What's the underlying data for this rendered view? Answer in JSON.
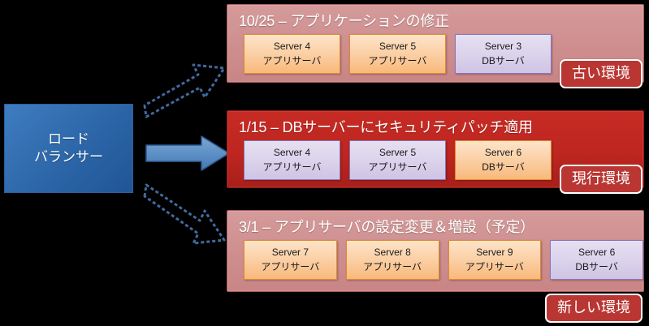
{
  "diagram": {
    "background_color": "#000000",
    "load_balancer": {
      "name": "load-balancer",
      "line1": "ロード",
      "line2": "バランサー",
      "color": "#2f6aac"
    },
    "arrows": [
      {
        "name": "arrow-to-old-environment",
        "style": "dashed-outline",
        "direction": "up-right",
        "color": "#43699f"
      },
      {
        "name": "arrow-to-current-environment",
        "style": "solid-filled",
        "direction": "right",
        "color": "#5b8ec4"
      },
      {
        "name": "arrow-to-new-environment",
        "style": "dashed-outline",
        "direction": "down-right",
        "color": "#43699f"
      }
    ],
    "panels": [
      {
        "key": "old",
        "title": "10/25 – アプリケーションの修正",
        "panel_color": "#cf8e8e",
        "badge": "古い環境",
        "badge_color": "#b93632",
        "servers": [
          {
            "name": "Server 4",
            "role": "アプリサーバ",
            "type": "app"
          },
          {
            "name": "Server 5",
            "role": "アプリサーバ",
            "type": "app"
          },
          {
            "name": "Server 3",
            "role": "DBサーバ",
            "type": "db"
          }
        ]
      },
      {
        "key": "current",
        "title": "1/15 – DBサーバーにセキュリティパッチ適用",
        "panel_color": "#bf2620",
        "badge": "現行環境",
        "badge_color": "#b93632",
        "servers": [
          {
            "name": "Server 4",
            "role": "アプリサーバ",
            "type": "db"
          },
          {
            "name": "Server 5",
            "role": "アプリサーバ",
            "type": "db"
          },
          {
            "name": "Server 6",
            "role": "DBサーバ",
            "type": "app"
          }
        ]
      },
      {
        "key": "new",
        "title": "3/1 – アプリサーバの設定変更＆増設（予定）",
        "panel_color": "#cf8e8e",
        "badge": "新しい環境",
        "badge_color": "#b93632",
        "servers": [
          {
            "name": "Server 7",
            "role": "アプリサーバ",
            "type": "app"
          },
          {
            "name": "Server 8",
            "role": "アプリサーバ",
            "type": "app"
          },
          {
            "name": "Server 9",
            "role": "アプリサーバ",
            "type": "app"
          },
          {
            "name": "Server 6",
            "role": "DBサーバ",
            "type": "db"
          }
        ]
      }
    ]
  }
}
